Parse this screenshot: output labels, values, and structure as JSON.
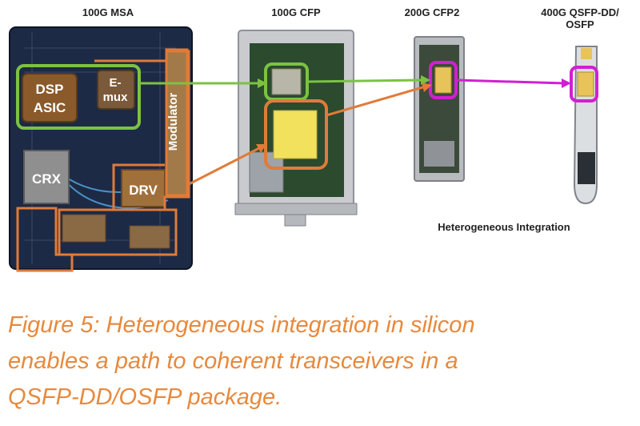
{
  "labels": {
    "msa": "100G MSA",
    "cfp": "100G CFP",
    "cfp2": "200G CFP2",
    "qsfp_line1": "400G QSFP-DD/",
    "qsfp_line2": "OSFP",
    "heterogeneous": "Heterogeneous Integration"
  },
  "components": {
    "dsp_line1": "DSP",
    "dsp_line2": "ASIC",
    "emux_line1": "E-",
    "emux_line2": "mux",
    "modulator": "Modulator",
    "crx": "CRX",
    "drv": "DRV"
  },
  "caption": {
    "line1": "Figure 5: Heterogeneous integration in silicon",
    "line2": "enables a path to coherent transceivers in a",
    "line3": "QSFP-DD/OSFP package."
  },
  "colors": {
    "green": "#7cc242",
    "orange": "#e07b39",
    "magenta": "#d21fd2",
    "caption": "#e8893c",
    "board": "#1d2a45"
  }
}
